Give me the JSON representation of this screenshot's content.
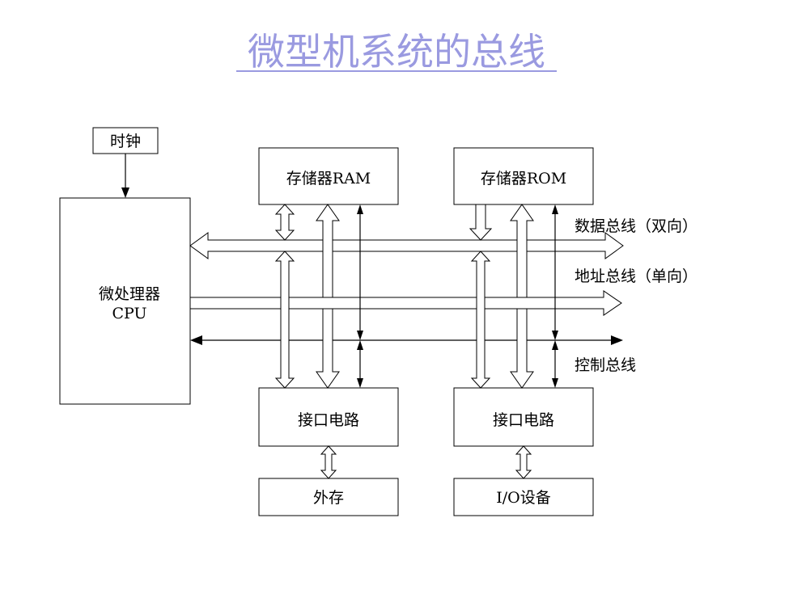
{
  "title": "微型机系统的总线",
  "blocks": {
    "clock": "时钟",
    "cpu_line1": "微处理器",
    "cpu_line2": "CPU",
    "ram": "存储器RAM",
    "rom": "存储器ROM",
    "interface_left": "接口电路",
    "interface_right": "接口电路",
    "external_storage": "外存",
    "io_device": "I/O设备"
  },
  "buses": {
    "data": "数据总线（双向）",
    "address": "地址总线（单向）",
    "control": "控制总线"
  },
  "colors": {
    "title": "#9a9ae0",
    "line": "#000000"
  }
}
